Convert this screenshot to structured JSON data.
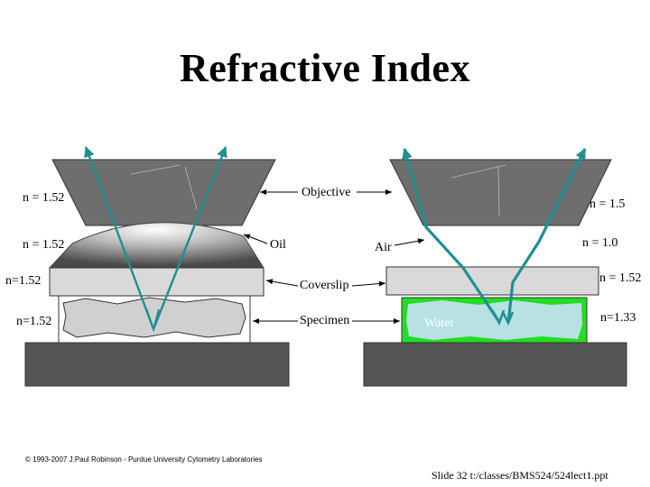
{
  "title": "Refractive Index",
  "left": {
    "labels": {
      "objective_n": "n = 1.52",
      "oil_n": "n = 1.52",
      "coverslip_n": "n=1.52",
      "specimen_n": "n=1.52"
    }
  },
  "center": {
    "objective": "Objective",
    "oil": "Oil",
    "air": "Air",
    "coverslip": "Coverslip",
    "specimen": "Specimen"
  },
  "right": {
    "labels": {
      "objective_n": "n = 1.5",
      "air_n": "n = 1.0",
      "coverslip_n": "n = 1.52",
      "water_n": "n=1.33",
      "water": "Water"
    }
  },
  "footer": {
    "copyright": "© 1993-2007 J.Paul Robinson - Purdue University Cytometry Laboratories",
    "slide": "Slide 32  t:/classes/BMS524/524lect1.ppt"
  },
  "colors": {
    "objective": "#6e6e6e",
    "stage": "#555555",
    "coverslip": "#d9d9d9",
    "water": "#b9e0e3",
    "water_border": "#22dd22",
    "ray": "#1f8f92"
  }
}
